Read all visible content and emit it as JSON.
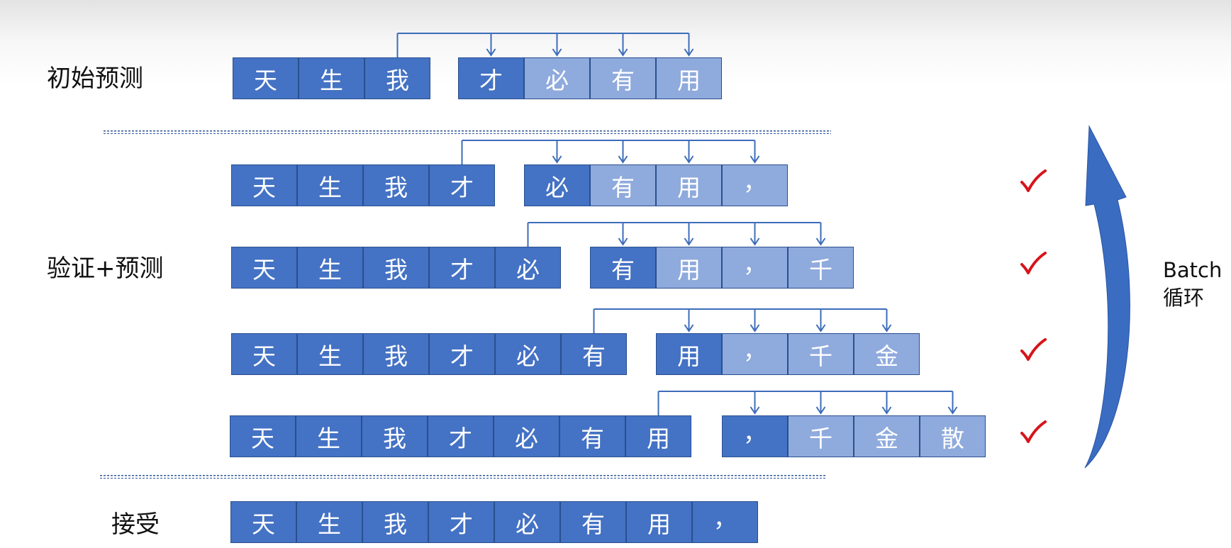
{
  "labels": {
    "initial": "初始预测",
    "verify": "验证+预测",
    "accept": "接受",
    "batch_line1": "Batch",
    "batch_line2": "循环"
  },
  "rows": [
    {
      "name": "initial",
      "context": [
        "天",
        "生",
        "我"
      ],
      "draft": [
        "才",
        "必",
        "有",
        "用"
      ],
      "check": false
    },
    {
      "name": "verify-1",
      "context": [
        "天",
        "生",
        "我",
        "才"
      ],
      "draft": [
        "必",
        "有",
        "用",
        "，"
      ],
      "check": true
    },
    {
      "name": "verify-2",
      "context": [
        "天",
        "生",
        "我",
        "才",
        "必"
      ],
      "draft": [
        "有",
        "用",
        "，",
        "千"
      ],
      "check": true
    },
    {
      "name": "verify-3",
      "context": [
        "天",
        "生",
        "我",
        "才",
        "必",
        "有"
      ],
      "draft": [
        "用",
        "，",
        "千",
        "金"
      ],
      "check": true
    },
    {
      "name": "verify-4",
      "context": [
        "天",
        "生",
        "我",
        "才",
        "必",
        "有",
        "用"
      ],
      "draft": [
        "，",
        "千",
        "金",
        "散"
      ],
      "check": true
    },
    {
      "name": "accept",
      "context": [
        "天",
        "生",
        "我",
        "才",
        "必",
        "有",
        "用",
        "，"
      ],
      "draft": [],
      "check": false
    }
  ],
  "colors": {
    "token_dark": "#4472c4",
    "token_light": "#8faadc",
    "border": "#2a4f8f",
    "arrow": "#3d6cb9",
    "check": "#d7141a",
    "loop_arrow": "#3a6cc2"
  }
}
